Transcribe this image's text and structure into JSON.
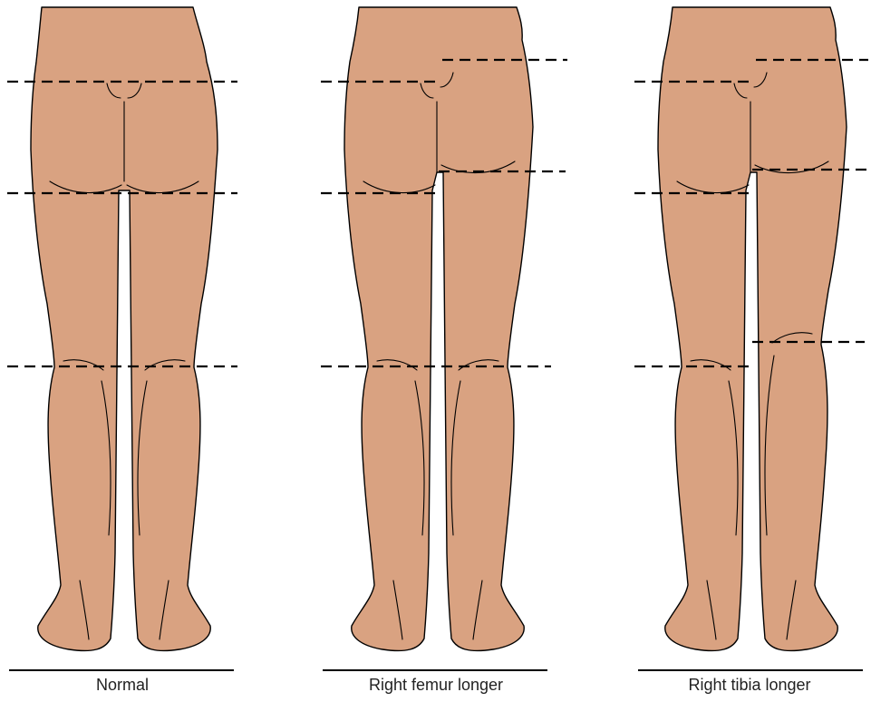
{
  "captions": {
    "normal": "Normal",
    "femur": "Right femur longer",
    "tibia": "Right tibia longer"
  },
  "colors": {
    "skin": "#D9A281",
    "outline": "#000000",
    "background": "#ffffff"
  }
}
